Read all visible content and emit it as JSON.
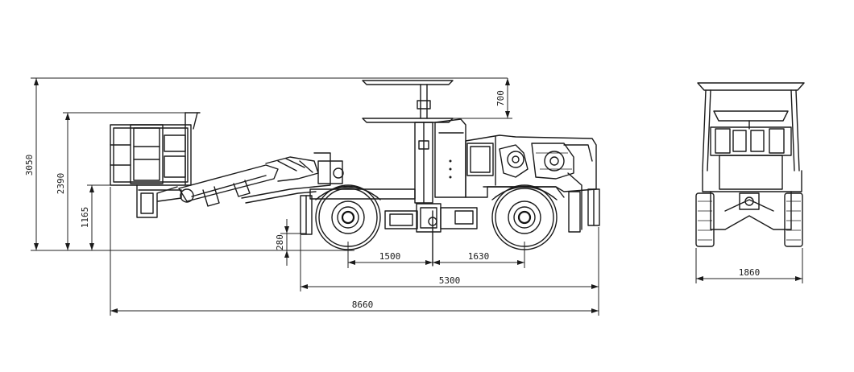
{
  "drawing": {
    "dimensions": {
      "overall_height": "3050",
      "basket_height": "2390",
      "boom_pivot_height": "1165",
      "ground_clearance": "280",
      "canopy_extension": "700",
      "front_axle_offset": "1500",
      "rear_axle_offset": "1630",
      "chassis_length": "5300",
      "overall_length": "8660",
      "overall_width": "1860"
    }
  }
}
